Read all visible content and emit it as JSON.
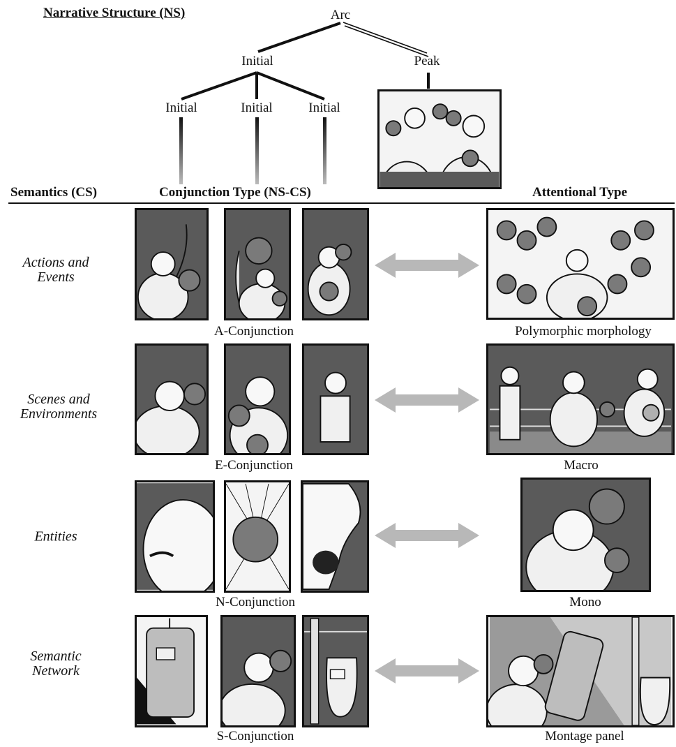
{
  "narrative": {
    "title": "Narrative Structure (NS)",
    "arc": "Arc",
    "initial": "Initial",
    "peak": "Peak",
    "sub_initials": [
      "Initial",
      "Initial",
      "Initial"
    ]
  },
  "headers": {
    "semantics": "Semantics (CS)",
    "conjunction": "Conjunction Type (NS-CS)",
    "attentional": "Attentional Type"
  },
  "rows": [
    {
      "label_line1": "Actions and",
      "label_line2": "Events",
      "conjunction": "A-Conjunction",
      "attentional": "Polymorphic morphology"
    },
    {
      "label_line1": "Scenes and",
      "label_line2": "Environments",
      "conjunction": "E-Conjunction",
      "attentional": "Macro"
    },
    {
      "label_line1": "Entities",
      "label_line2": "",
      "conjunction": "N-Conjunction",
      "attentional": "Mono"
    },
    {
      "label_line1": "Semantic",
      "label_line2": "Network",
      "conjunction": "S-Conjunction",
      "attentional": "Montage panel"
    }
  ],
  "colors": {
    "panel_dark": "#5a5a5a",
    "panel_light": "#f4f4f4",
    "arrow": "#b8b8b8",
    "glove": "#7a7a7a",
    "line": "#111111"
  },
  "icons": [
    "boxer-figure",
    "boxing-glove",
    "punching-bag",
    "referee-figure"
  ]
}
